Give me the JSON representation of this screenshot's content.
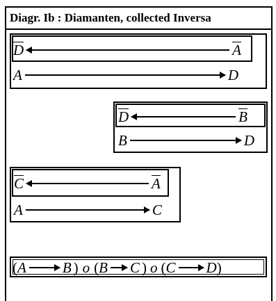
{
  "title": "Diagr. Ib : Diamanten, collected Inversa",
  "diagram1": {
    "top": {
      "left": "D",
      "right": "A"
    },
    "bottom": {
      "left": "A",
      "right": "D"
    }
  },
  "diagram2": {
    "top": {
      "left": "D",
      "right": "B"
    },
    "bottom": {
      "left": "B",
      "right": "D"
    }
  },
  "diagram3": {
    "top": {
      "left": "C",
      "right": "A"
    },
    "bottom": {
      "left": "A",
      "right": "C"
    }
  },
  "composition": {
    "open1": "(",
    "a": "A",
    "b1": "B",
    "close1": ")",
    "o1": "o",
    "open2": "(",
    "b2": "B",
    "c1": "C",
    "close2": ")",
    "o2": "o",
    "open3": "(",
    "c2": "C",
    "d": "D",
    "close3": ")"
  }
}
